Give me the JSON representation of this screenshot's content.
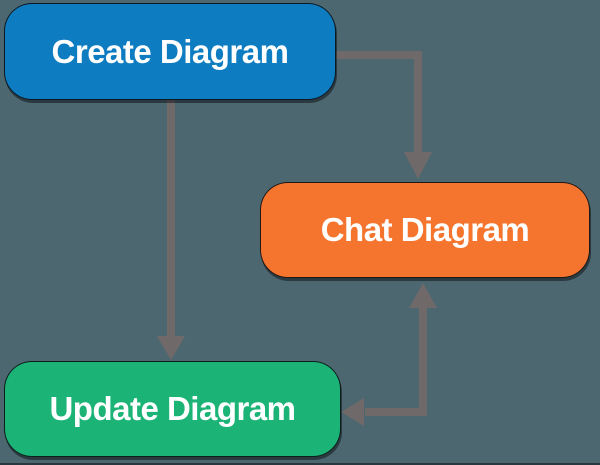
{
  "diagram": {
    "type": "flowchart",
    "background_color": "#4C6770",
    "edge_color": "#6F6969",
    "nodes": [
      {
        "id": "create-diagram",
        "label": "Create Diagram",
        "fill": "#0D7CC1",
        "text_color": "#FFFFFF"
      },
      {
        "id": "chat-diagram",
        "label": "Chat Diagram",
        "fill": "#F5752F",
        "text_color": "#FFFFFF"
      },
      {
        "id": "update-diagram",
        "label": "Update Diagram",
        "fill": "#1BB376",
        "text_color": "#FFFFFF"
      }
    ],
    "edges": [
      {
        "from": "Create Diagram",
        "to": "Chat Diagram",
        "arrow": "one-way"
      },
      {
        "from": "Create Diagram",
        "to": "Update Diagram",
        "arrow": "one-way"
      },
      {
        "from": "Chat Diagram",
        "to": "Update Diagram",
        "arrow": "two-way"
      }
    ]
  }
}
